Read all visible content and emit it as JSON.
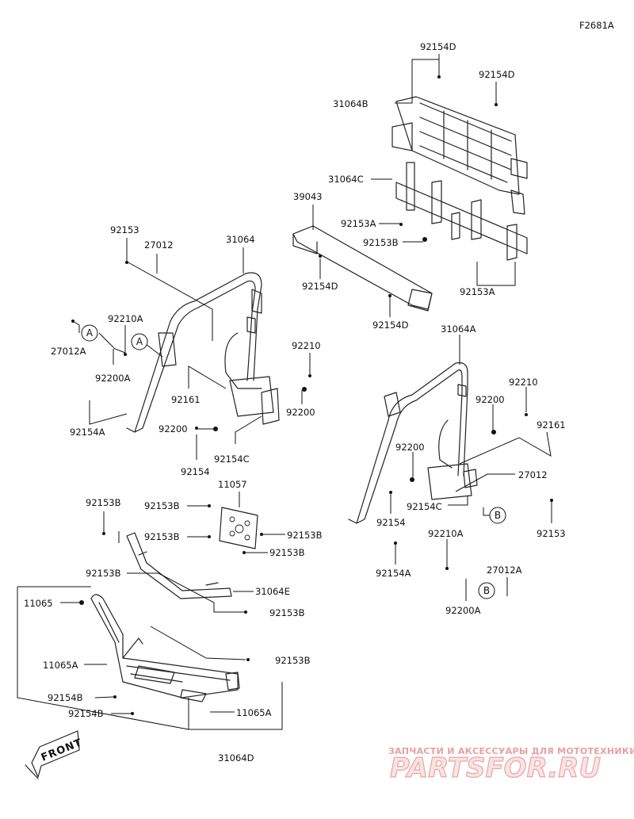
{
  "figure_code": "F2681A",
  "labels": {
    "l_92154D_top": "92154D",
    "l_92154D_right": "92154D",
    "l_31064B": "31064B",
    "l_31064C": "31064C",
    "l_39043": "39043",
    "l_92153A_1": "92153A",
    "l_92153B_1": "92153B",
    "l_92154D_mid": "92154D",
    "l_92153A_2": "92153A",
    "l_92154D_low": "92154D",
    "l_92153_1": "92153",
    "l_27012_1": "27012",
    "l_31064": "31064",
    "l_92210A_1": "92210A",
    "l_27012A_1": "27012A",
    "l_92200A_1": "92200A",
    "l_92210_1": "92210",
    "l_92161_1": "92161",
    "l_92200_1": "92200",
    "l_92154A_1": "92154A",
    "l_92200_2": "92200",
    "l_92154C_1": "92154C",
    "l_92154_1": "92154",
    "l_31064A": "31064A",
    "l_92210_2": "92210",
    "l_92200_3": "92200",
    "l_92161_2": "92161",
    "l_92200_4": "92200",
    "l_27012_2": "27012",
    "l_92154C_2": "92154C",
    "l_92154_2": "92154",
    "l_92153_2": "92153",
    "l_92210A_2": "92210A",
    "l_92154A_2": "92154A",
    "l_27012A_2": "27012A",
    "l_92200A_2": "92200A",
    "l_92153B_2": "92153B",
    "l_11057": "11057",
    "l_92153B_3": "92153B",
    "l_92153B_4": "92153B",
    "l_92153B_5": "92153B",
    "l_92153B_6": "92153B",
    "l_92153B_7": "92153B",
    "l_31064E": "31064E",
    "l_92153B_8": "92153B",
    "l_11065": "11065",
    "l_92153B_9": "92153B",
    "l_11065A_1": "11065A",
    "l_92154B_1": "92154B",
    "l_92154B_2": "92154B",
    "l_11065A_2": "11065A",
    "l_31064D": "31064D"
  },
  "callouts": {
    "a1": "A",
    "a2": "A",
    "b1": "B",
    "b2": "B"
  },
  "front_badge": "FRONT",
  "watermark": {
    "line1": "ЗАПЧАСТИ И АКСЕССУАРЫ ДЛЯ МОТОТЕХНИКИ",
    "line2": "PARTSFOR.RU"
  }
}
